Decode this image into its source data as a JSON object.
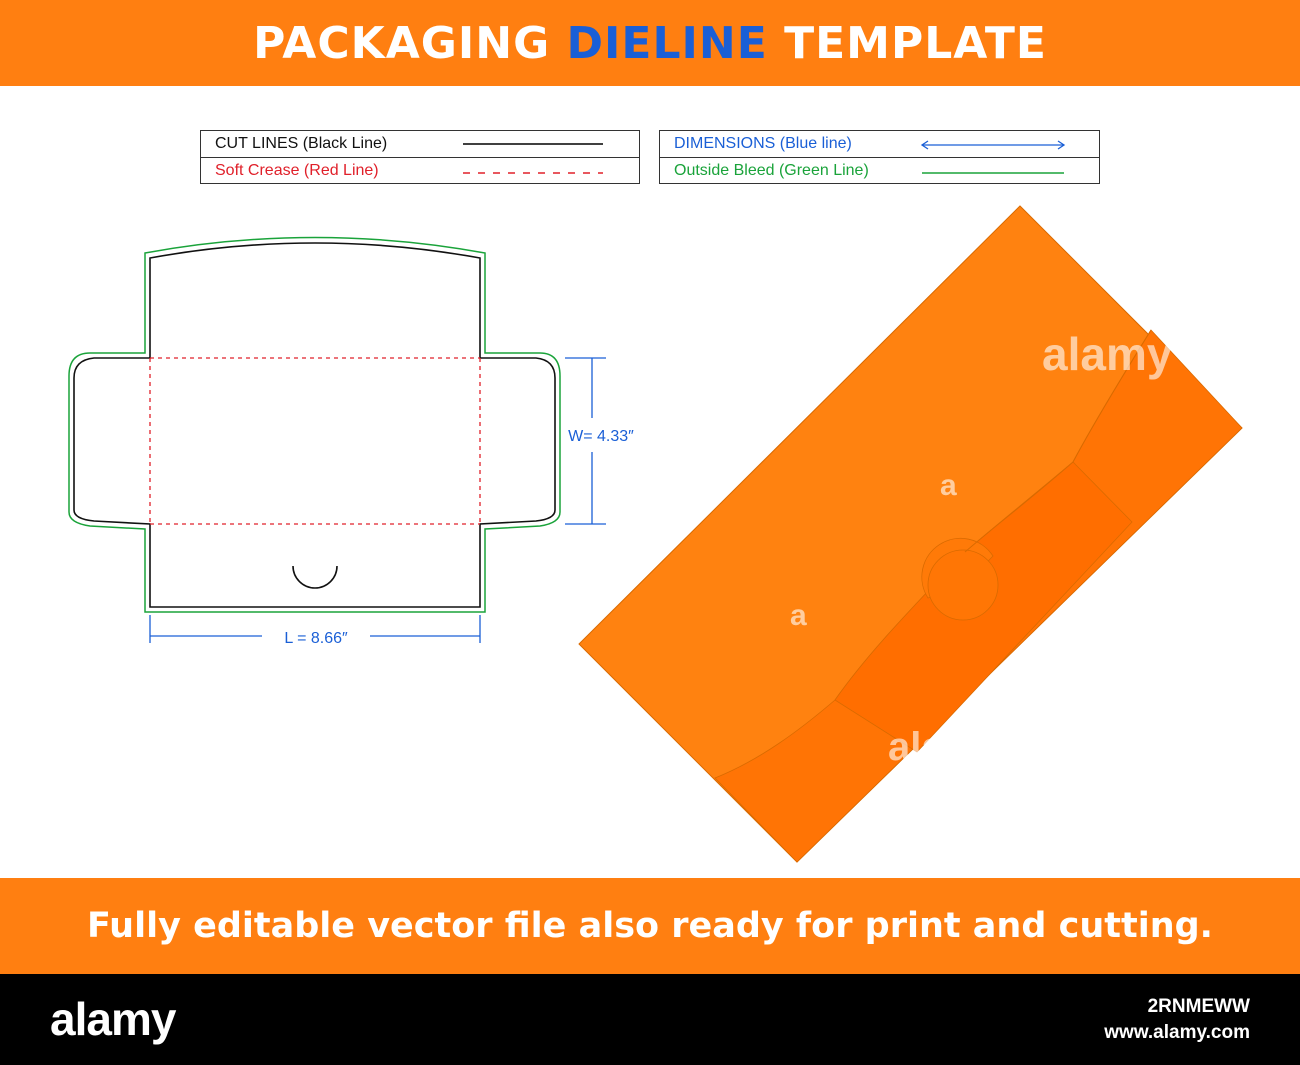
{
  "header": {
    "title_part1": "PACKAGING ",
    "title_highlight": "DIELINE",
    "title_part2": " TEMPLATE"
  },
  "legend": {
    "cut_lines": "CUT LINES (Black Line)",
    "soft_crease": "Soft Crease (Red Line)",
    "dimensions": "DIMENSIONS (Blue line)",
    "outside_bleed": "Outside Bleed (Green Line)"
  },
  "dimensions": {
    "width_label": "W= 4.33″",
    "length_label": "L = 8.66″"
  },
  "footer": {
    "text": "Fully editable vector file also ready for print and cutting."
  },
  "watermark": {
    "brand": "alamy",
    "image_id": "2RNMEWW",
    "site": "www.alamy.com",
    "mark_char": "a",
    "mark_partial": "ala"
  },
  "colors": {
    "orange": "#ff7f11",
    "blue": "#1a5fd6",
    "cut": "#000000",
    "crease": "#e0202a",
    "bleed": "#1aa33a",
    "dimension": "#1a5fd6"
  }
}
